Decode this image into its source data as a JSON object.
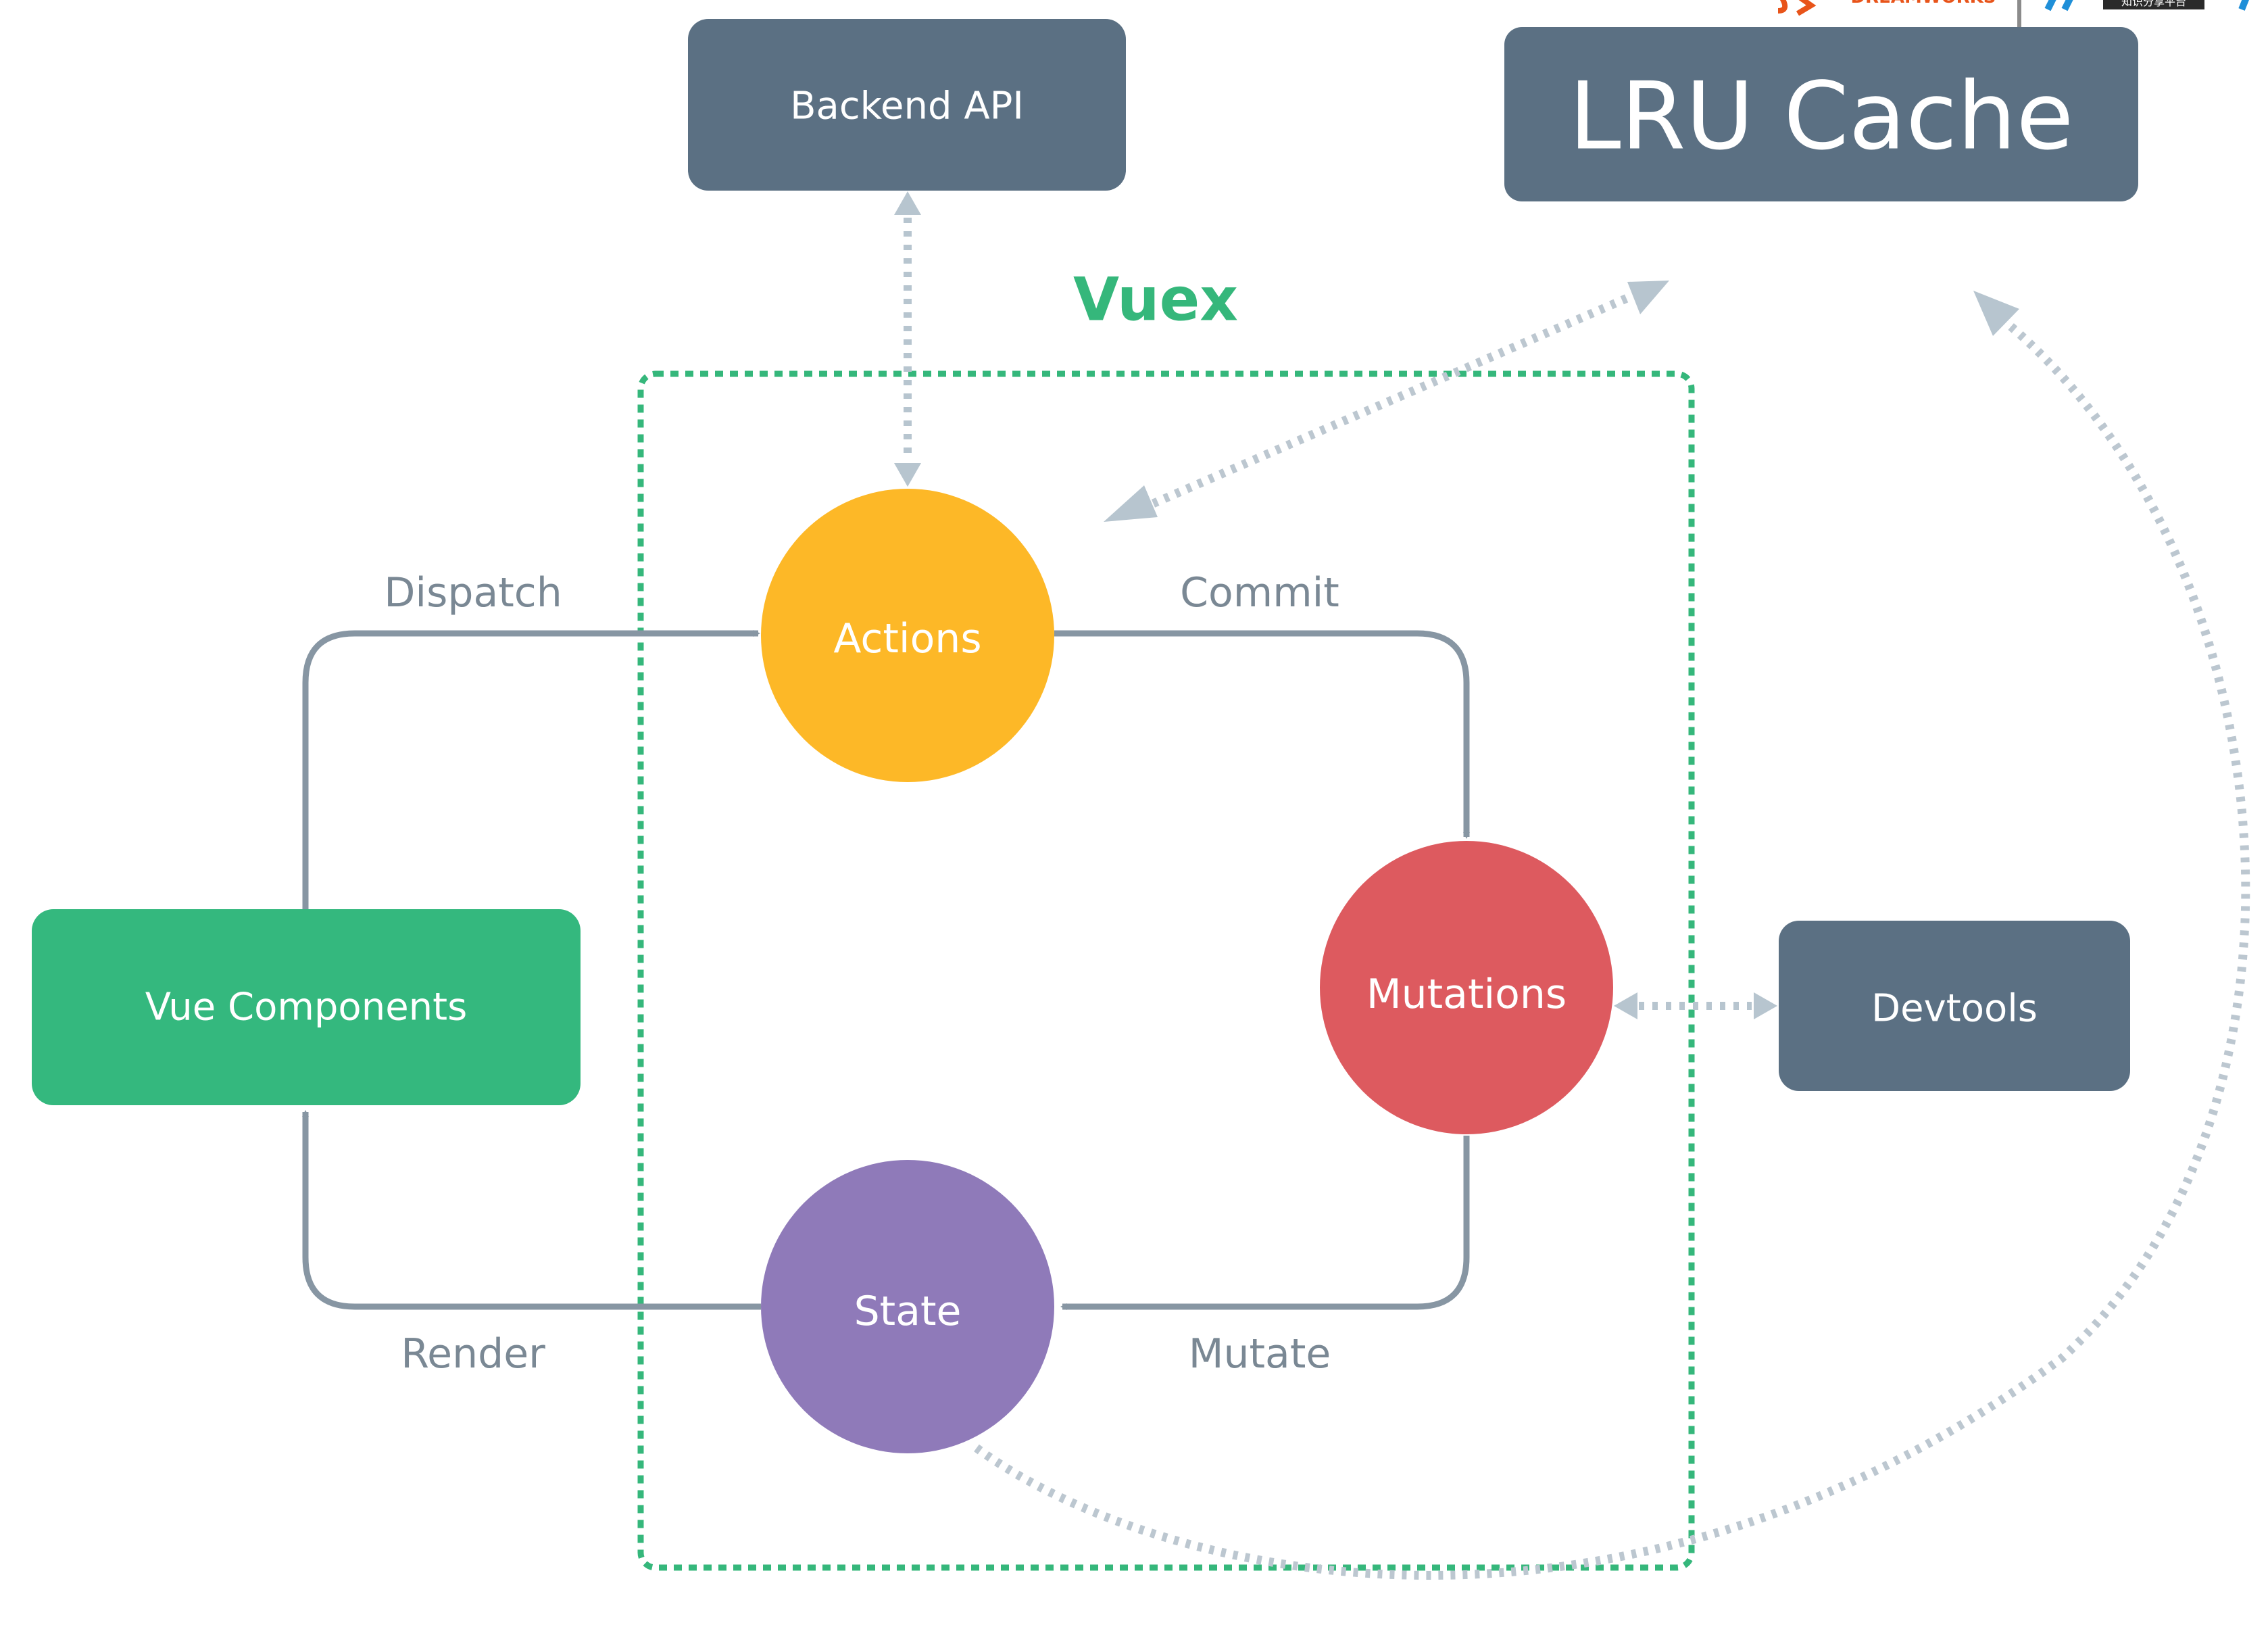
{
  "title": "Vuex",
  "corner_logo": {
    "text": "DREAMWORKS",
    "sub": "知识分享平台",
    "accent": "#e8541a",
    "accent2": "#1f8fd8"
  },
  "nodes": {
    "backend_api": "Backend API",
    "lru_cache": "LRU Cache",
    "vue_components": "Vue Components",
    "actions": "Actions",
    "mutations": "Mutations",
    "state": "State",
    "devtools": "Devtools"
  },
  "edges": {
    "dispatch": "Dispatch",
    "commit": "Commit",
    "mutate": "Mutate",
    "render": "Render"
  },
  "colors": {
    "slate": "#5b7083",
    "green": "#34b87e",
    "actions": "#fdb827",
    "mutations": "#dd5a5f",
    "state": "#8f7ab9",
    "vuex_green": "#35b77b",
    "edge": "#8796a3",
    "dashed": "#b7c5cf"
  }
}
